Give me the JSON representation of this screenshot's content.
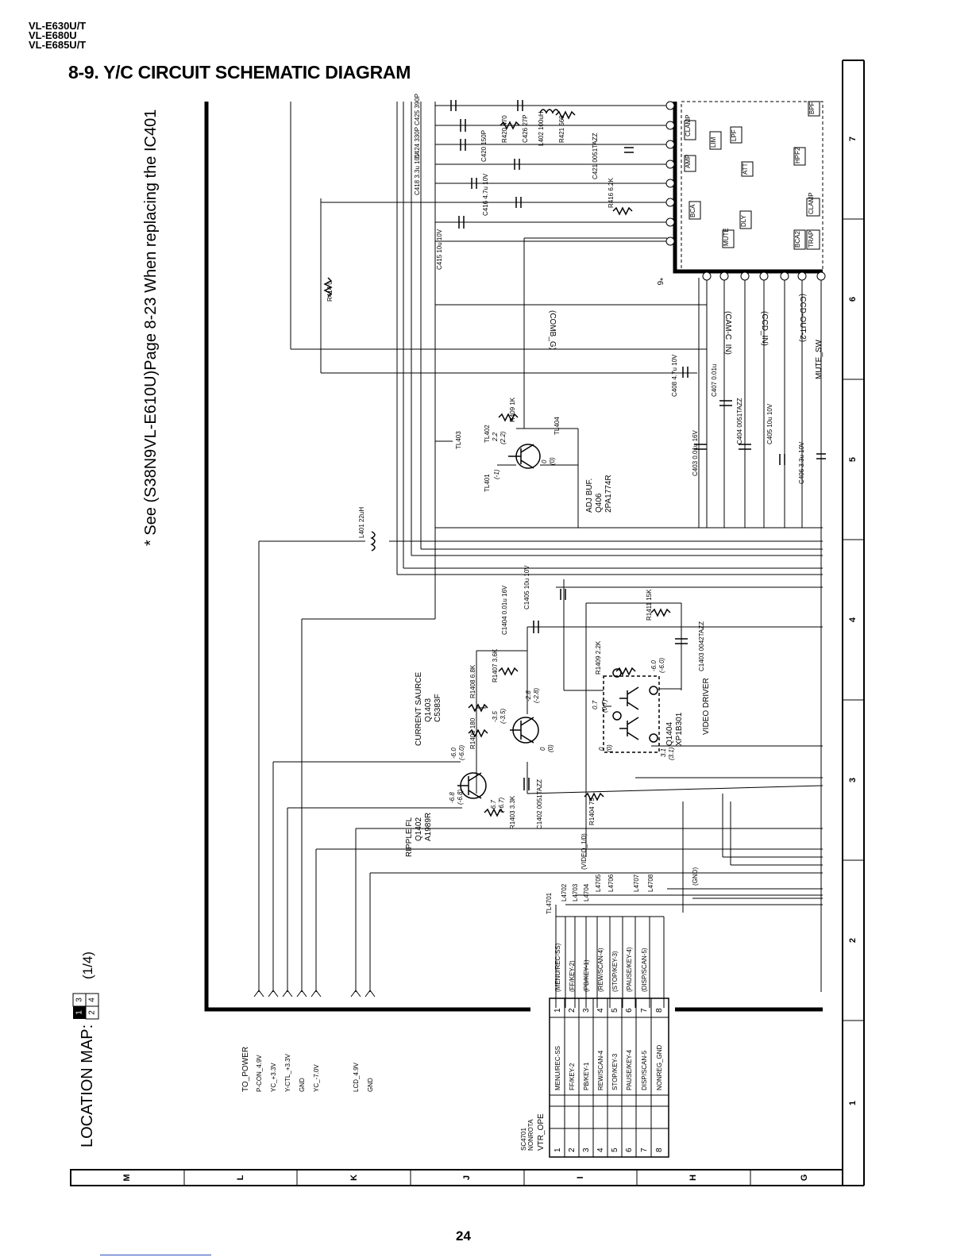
{
  "models": [
    "VL-E630U/T",
    "VL-E680U",
    "VL-E685U/T"
  ],
  "title": "8-9. Y/C CIRCUIT SCHEMATIC DIAGRAM",
  "page_number": "24",
  "note": "* See (S38N9VL-E610U)Page 8-23 When replacing the IC401",
  "location_map": {
    "label": "LOCATION MAP:",
    "cells": [
      "1",
      "3",
      "2",
      "4"
    ],
    "sheet": "(1/4)"
  },
  "grid": {
    "columns": [
      "1",
      "2",
      "3",
      "4",
      "5",
      "6",
      "7"
    ],
    "rows": [
      "M",
      "L",
      "K",
      "J",
      "I",
      "H",
      "G"
    ]
  },
  "blocks": {
    "to_power": "TO_POWER",
    "power_pins": [
      "P-CON_4.9V",
      "YC_+3.3V",
      "Y-CTL_+3.3V",
      "GND",
      "YC_-7.0V"
    ],
    "lcd_pins": [
      "LCD_4.9V",
      "GND"
    ],
    "connector": {
      "name": "SC4701",
      "sub": "NONROTA",
      "type": "VTR_OPE"
    },
    "connector_pins": [
      "MENU/REC-SS",
      "FF/KEY-2",
      "PB/KEY-1",
      "REW/SCAN-4",
      "STOP/KEY-3",
      "PAUSE/KEY-4",
      "DISP/SCAN-5",
      "NONREG_GND"
    ],
    "connector_numbers": [
      "1",
      "2",
      "3",
      "4",
      "5",
      "6",
      "7",
      "8"
    ],
    "signals": [
      "(MENU/REC-SS)",
      "(FF/KEY-2)",
      "(PB/KEY-1)",
      "(REW/SCAN-4)",
      "(STOP/KEY-3)",
      "(PAUSE/KEY-4)",
      "(DISP/SCAN-5)"
    ],
    "inductors_47": [
      "TL4701",
      "L4702",
      "L4703",
      "L4704",
      "L4705",
      "L4706",
      "L4707",
      "L4708"
    ],
    "video_out": "(VIDEO_1/0)",
    "gnd": "(GND)",
    "ripple": {
      "name": "RIPPLE FL",
      "ref": "Q1402",
      "part": "A1989R"
    },
    "current_source": {
      "name": "CURRENT SAURCE",
      "ref": "Q1403",
      "part": "C5383F"
    },
    "video_driver": {
      "name": "VIDEO DRIVER",
      "ref": "Q1404",
      "part": "XP1B301"
    },
    "adj_buf": {
      "name": "ADJ BUF.",
      "ref": "Q406",
      "part": "2PA1774R"
    },
    "resistors": [
      "R1403 3.3K",
      "R1404 75",
      "R1406 180",
      "R1408 6.8K",
      "R1407 3.6K",
      "R1409 2.2K",
      "R1411 15K",
      "R409 1K",
      "R414 0",
      "R416 6.2K",
      "R420 470",
      "R421 560"
    ],
    "capacitors": [
      "C1402 0051TAZZ",
      "C1403 0042TAZZ",
      "C1404 0.01u 16V",
      "C1405 10u 10V",
      "C403 0.01u 16V",
      "C404 0051TAZZ",
      "C405 10u 10V",
      "C406 3.3u 10V",
      "C407 0.01u",
      "C408 4.7u 10V",
      "C415 10u 10V",
      "C416 4.7u 10V",
      "C418 3.3u 10V",
      "C420 150P",
      "C421 0051TAZZ",
      "C424 330P",
      "C425 390P",
      "C426 27P"
    ],
    "inductor_other": [
      "L401 22uH",
      "L402 100uH"
    ],
    "test_points": [
      "TL401",
      "TL402",
      "TL403",
      "TL404"
    ],
    "ic_labels": [
      "CLAMP",
      "AMP",
      "ATT",
      "BCA",
      "DLY",
      "MUTE",
      "HPF2",
      "BPF",
      "LIM",
      "CLAMP",
      "TRAP",
      "BCA2",
      "LPF"
    ],
    "ic_net_labels": [
      "(COMB_G)",
      "(CAM-C_IN)",
      "(CCD_IN)",
      "(CCD-OUT-2)",
      "MUTE_SW"
    ],
    "marker": "*6",
    "voltages_ripple": [
      "-6.8",
      "(-6.8)",
      "-6.7",
      "(-6.7)"
    ],
    "voltages_current": [
      "-6.0",
      "(-6.0)",
      "-3.5",
      "(-3.5)",
      "-2.8",
      "(-2.8)",
      "0",
      "(0)"
    ],
    "voltages_driver": [
      "0.7",
      "(0.7)",
      "0",
      "(0)",
      "3.1",
      "(3.1)",
      "-6.0",
      "(-6.0)"
    ],
    "voltages_adj": [
      "2.2",
      "(2.2)",
      "0",
      "(0)",
      "(-1)"
    ]
  }
}
